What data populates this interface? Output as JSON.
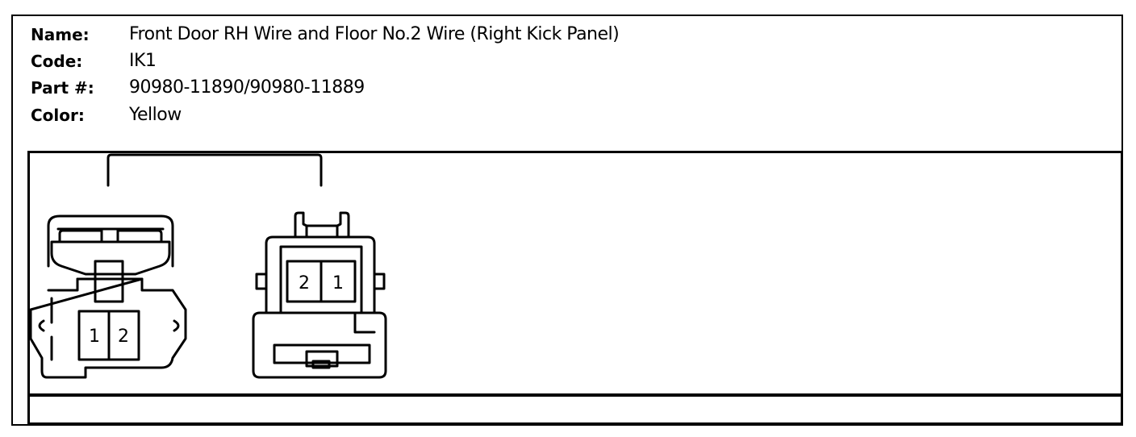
{
  "connector": {
    "name_label": "Name:",
    "name_value": "Front Door RH Wire and Floor No.2 Wire (Right Kick Panel)",
    "code_label": "Code:",
    "code_value": "IK1",
    "part_label": "Part #:",
    "part_value": "90980-11890/90980-11889",
    "color_label": "Color:",
    "color_value": "Yellow"
  },
  "diagram": {
    "left_connector_pins": [
      "1",
      "2"
    ],
    "right_connector_pins": [
      "2",
      "1"
    ]
  }
}
